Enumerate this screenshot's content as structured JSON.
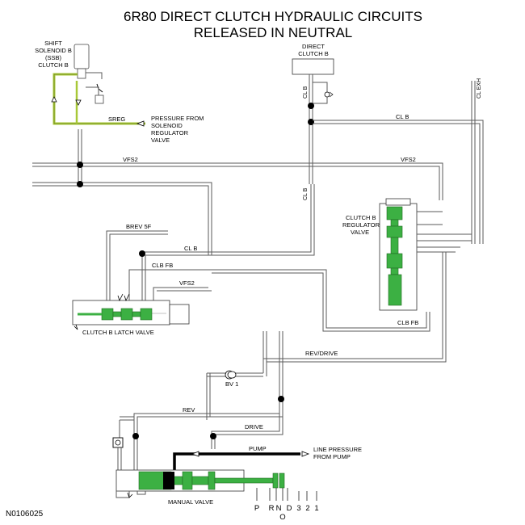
{
  "title": {
    "line1": "6R80 DIRECT CLUTCH HYDRAULIC CIRCUITS",
    "line2": "RELEASED IN NEUTRAL"
  },
  "figure_id": "N0106025",
  "components": {
    "solenoid": [
      "SHIFT",
      "SOLENOID B",
      "(SSB)",
      "CLUTCH B"
    ],
    "direct_clutch": [
      "DIRECT",
      "CLUTCH B"
    ],
    "regulator_valve": [
      "CLUTCH B",
      "REGULATOR",
      "VALVE"
    ],
    "latch_valve": "CLUTCH B LATCH VALVE",
    "manual_valve": "MANUAL VALVE",
    "bv1": "BV 1"
  },
  "circuits": {
    "sreg": "SREG",
    "vfs2_top": "VFS2",
    "vfs2_right": "VFS2",
    "vfs2_latch": "VFS2",
    "clb_vertical_top": "CL B",
    "clb_vertical_mid": "CL B",
    "clb_right": "CL B",
    "clb_latch": "CL B",
    "clb_fb_latch": "CLB FB",
    "clb_fb_right": "CLB FB",
    "brev5f": "BREV 5F",
    "cl_exh": "CL EXH",
    "rev_drive": "REV/DRIVE",
    "rev": "REV",
    "drive": "DRIVE",
    "pump": "PUMP"
  },
  "annotations": {
    "pressure_from_regulator": [
      "PRESSURE FROM",
      "SOLENOID",
      "REGULATOR",
      "VALVE"
    ],
    "line_pressure": [
      "LINE PRESSURE",
      "FROM PUMP"
    ]
  },
  "gear_positions": [
    "P",
    "R",
    "N",
    "D",
    "3",
    "2",
    "1"
  ],
  "gear_position_overdrive": "O",
  "colors": {
    "valve_green": "#3cb043",
    "regulated_pressure": "#a8c838",
    "line_pressure": "#000000",
    "passage": "#5a5a5a"
  }
}
